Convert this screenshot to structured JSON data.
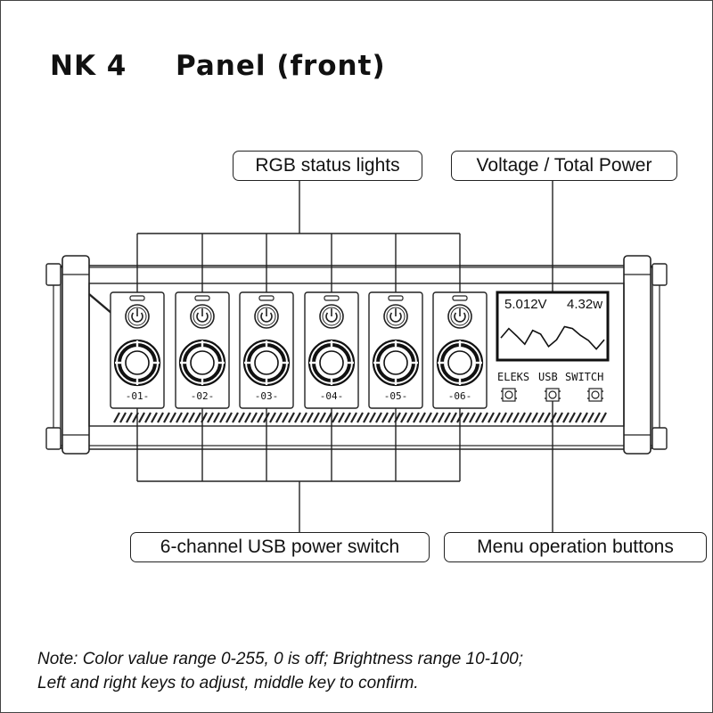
{
  "title": {
    "model": "NK 4",
    "label": "Panel  (front)"
  },
  "callouts": {
    "rgb_status_lights": "RGB status lights",
    "voltage_power": "Voltage / Total Power",
    "usb_power_switch": "6-channel USB power switch",
    "menu_buttons": "Menu operation buttons"
  },
  "display": {
    "voltage": "5.012V",
    "power": "4.32w",
    "graph": [
      0.55,
      0.3,
      0.5,
      0.72,
      0.35,
      0.45,
      0.78,
      0.6,
      0.25,
      0.3,
      0.48,
      0.62,
      0.85,
      0.6
    ]
  },
  "channels": [
    "-01-",
    "-02-",
    "-03-",
    "-04-",
    "-05-",
    "-06-"
  ],
  "menu": {
    "left": "ELEKS",
    "middle": "USB",
    "right": "SWITCH"
  },
  "note": {
    "line1": "Note: Color value range 0-255, 0 is off; Brightness range 10-100;",
    "line2": "Left and right keys to adjust, middle key to confirm."
  },
  "colors": {
    "line": "#222222",
    "background": "#ffffff"
  },
  "icons": [
    "power-icon",
    "knob-icon",
    "button-icon"
  ]
}
